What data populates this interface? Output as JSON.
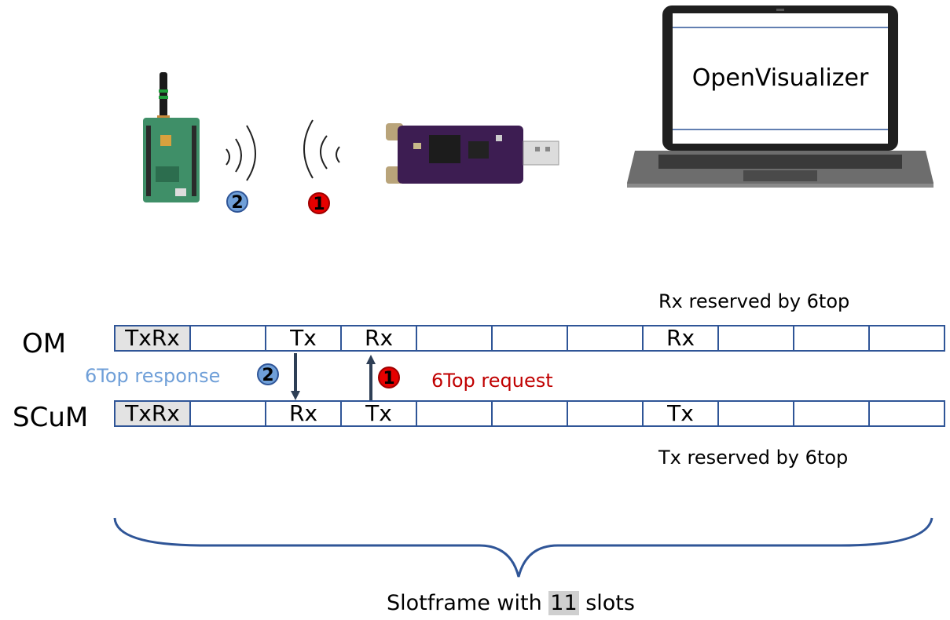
{
  "devices": {
    "laptop_screen_text": "OpenVisualizer",
    "badge_response": "2",
    "badge_request": "1"
  },
  "labels": {
    "rx_reserved": "Rx reserved by 6top",
    "tx_reserved": "Tx reserved by 6top",
    "response": "6Top response",
    "request": "6Top request"
  },
  "colors": {
    "slot_border": "#2f5597",
    "response_text": "#6f9fd8",
    "request_text": "#c00000",
    "highlight_cell": "#e3e3e3"
  },
  "om": {
    "label": "OM",
    "slots": [
      "TxRx",
      "",
      "Tx",
      "Rx",
      "",
      "",
      "",
      "Rx",
      "",
      "",
      ""
    ]
  },
  "scum": {
    "label": "SCuM",
    "slots": [
      "TxRx",
      "",
      "Rx",
      "Tx",
      "",
      "",
      "",
      "Tx",
      "",
      "",
      ""
    ]
  },
  "caption": {
    "prefix": "Slotframe with ",
    "count": "11",
    "suffix": " slots"
  }
}
